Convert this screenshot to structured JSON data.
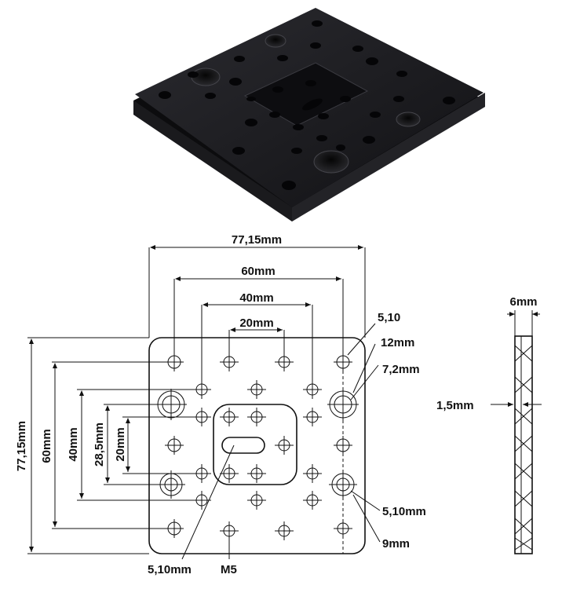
{
  "top_view": {
    "width_label": "77,15mm",
    "spacing_60_label": "60mm",
    "spacing_40_label": "40mm",
    "spacing_20_label": "20mm"
  },
  "left_side": {
    "height_label": "77,15mm",
    "spacing_60_label": "60mm",
    "spacing_40_label": "40mm",
    "spacing_28_5_label": "28,5mm",
    "spacing_20_label": "20mm"
  },
  "right_callouts": {
    "hole_5_10_top": "5,10",
    "counterbore_12": "12mm",
    "counterbore_7_2": "7,2mm",
    "hole_5_10_bottom": "5,10mm",
    "counterbore_9": "9mm"
  },
  "bottom_callouts": {
    "slot_5_10": "5,10mm",
    "thread_m5": "M5"
  },
  "side_view": {
    "thickness_label": "6mm",
    "step_label": "1,5mm"
  },
  "colors": {
    "plate": "#141416",
    "drawing_line": "#111111",
    "background": "#ffffff"
  }
}
